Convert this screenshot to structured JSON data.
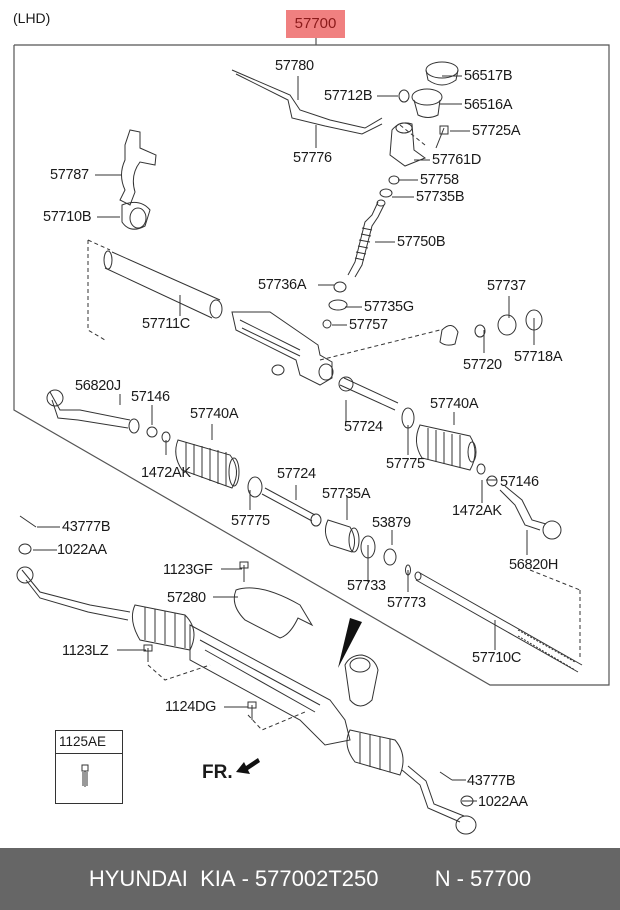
{
  "header": {
    "variant_label": "(LHD)",
    "assembly_part_number": "57700",
    "assembly_highlight_color": "#f08080"
  },
  "parts": [
    {
      "id": "p57780",
      "label": "57780"
    },
    {
      "id": "p57712B",
      "label": "57712B"
    },
    {
      "id": "p56517B",
      "label": "56517B"
    },
    {
      "id": "p56516A",
      "label": "56516A"
    },
    {
      "id": "p57725A",
      "label": "57725A"
    },
    {
      "id": "p57776",
      "label": "57776"
    },
    {
      "id": "p57761D",
      "label": "57761D"
    },
    {
      "id": "p57787",
      "label": "57787"
    },
    {
      "id": "p57758",
      "label": "57758"
    },
    {
      "id": "p57735B",
      "label": "57735B"
    },
    {
      "id": "p57710B",
      "label": "57710B"
    },
    {
      "id": "p57750B",
      "label": "57750B"
    },
    {
      "id": "p57736A",
      "label": "57736A"
    },
    {
      "id": "p57737",
      "label": "57737"
    },
    {
      "id": "p57735G",
      "label": "57735G"
    },
    {
      "id": "p57711C",
      "label": "57711C"
    },
    {
      "id": "p57757",
      "label": "57757"
    },
    {
      "id": "p57720",
      "label": "57720"
    },
    {
      "id": "p57718A",
      "label": "57718A"
    },
    {
      "id": "p56820J",
      "label": "56820J"
    },
    {
      "id": "p57146_l",
      "label": "57146"
    },
    {
      "id": "p57740A_l",
      "label": "57740A"
    },
    {
      "id": "p57740A_r",
      "label": "57740A"
    },
    {
      "id": "p57724_u",
      "label": "57724"
    },
    {
      "id": "p1472AK_l",
      "label": "1472AK"
    },
    {
      "id": "p57775_r",
      "label": "57775"
    },
    {
      "id": "p57146_r",
      "label": "57146"
    },
    {
      "id": "p57724_l",
      "label": "57724"
    },
    {
      "id": "p57735A",
      "label": "57735A"
    },
    {
      "id": "p1472AK_r",
      "label": "1472AK"
    },
    {
      "id": "p43777B_l",
      "label": "43777B"
    },
    {
      "id": "p57775_l",
      "label": "57775"
    },
    {
      "id": "p53879",
      "label": "53879"
    },
    {
      "id": "p1022AA_l",
      "label": "1022AA"
    },
    {
      "id": "p56820H",
      "label": "56820H"
    },
    {
      "id": "p1123GF",
      "label": "1123GF"
    },
    {
      "id": "p57733",
      "label": "57733"
    },
    {
      "id": "p57773",
      "label": "57773"
    },
    {
      "id": "p57280",
      "label": "57280"
    },
    {
      "id": "p57710C",
      "label": "57710C"
    },
    {
      "id": "p1123LZ",
      "label": "1123LZ"
    },
    {
      "id": "p1124DG",
      "label": "1124DG"
    },
    {
      "id": "p43777B_r",
      "label": "43777B"
    },
    {
      "id": "p1022AA_r",
      "label": "1022AA"
    }
  ],
  "inset": {
    "part_number": "1125AE",
    "icon": "bolt-icon"
  },
  "direction": {
    "label": "FR.",
    "icon": "arrow-front-icon"
  },
  "footer": {
    "brand": "HYUNDAI  KIA",
    "separator": "-",
    "oem_number": "577002T250",
    "n_label": "N",
    "n_value": "57700"
  }
}
